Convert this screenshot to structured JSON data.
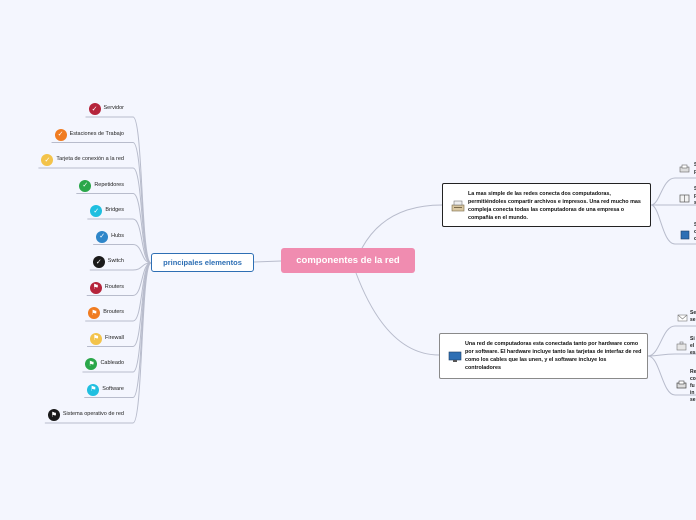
{
  "center": {
    "label": "componentes de la red"
  },
  "branch": {
    "label": "principales elementos"
  },
  "items": [
    {
      "label": "Servidor",
      "icon": "check-icon",
      "color": "#b5243b"
    },
    {
      "label": "Estaciones de Trabajo",
      "icon": "check-icon",
      "color": "#f07c21"
    },
    {
      "label": "Tarjeta de conexión a la red",
      "icon": "check-icon",
      "color": "#f3c34a"
    },
    {
      "label": "Repetidores",
      "icon": "check-icon",
      "color": "#2aa74a"
    },
    {
      "label": "Bridges",
      "icon": "check-icon",
      "color": "#1fbfe0"
    },
    {
      "label": "Hubs",
      "icon": "check-icon",
      "color": "#2e86c9"
    },
    {
      "label": "Switch",
      "icon": "check-icon",
      "color": "#1a1a1a"
    },
    {
      "label": "Routers",
      "icon": "flag-icon",
      "color": "#b5243b"
    },
    {
      "label": "Brouters",
      "icon": "flag-icon",
      "color": "#f07c21"
    },
    {
      "label": "Firewall",
      "icon": "flag-icon",
      "color": "#f3c34a"
    },
    {
      "label": "Cableado",
      "icon": "flag-icon",
      "color": "#2aa74a"
    },
    {
      "label": "Software",
      "icon": "flag-icon",
      "color": "#1fbfe0"
    },
    {
      "label": "Sistema operativo de red",
      "icon": "flag-icon",
      "color": "#1a1a1a"
    }
  ],
  "card1": {
    "text": "La mas simple de las redes conecta dos computadoras, permitiéndoles compartir archivos e impresos. Una red mucho mas compleja conecta todas las computadoras de una empresa o compañía en el mundo.",
    "icon": "cash-register-icon"
  },
  "card2": {
    "text": "Una red de computadoras esta conectada tanto por hardware como por software. El hardware incluye tanto las tarjetas de interfaz de red como los cables que las unen, y el software incluye los controladores",
    "icon": "monitor-icon"
  },
  "stubs_top": [
    {
      "lines": [
        "S",
        "p"
      ],
      "icon": "printer-icon"
    },
    {
      "lines": [
        "S",
        "p",
        "s"
      ],
      "icon": "book-icon"
    },
    {
      "lines": [
        "S",
        "c",
        "c"
      ],
      "icon": "blue-book-icon"
    }
  ],
  "stubs_bottom": [
    {
      "lines": [
        "Se",
        "se"
      ],
      "icon": "envelope-icon"
    },
    {
      "lines": [
        "Si",
        "el",
        "es"
      ],
      "icon": "briefcase-icon"
    },
    {
      "lines": [
        "Re",
        "co",
        "fu",
        "in",
        "se"
      ],
      "icon": "printer-icon"
    }
  ]
}
